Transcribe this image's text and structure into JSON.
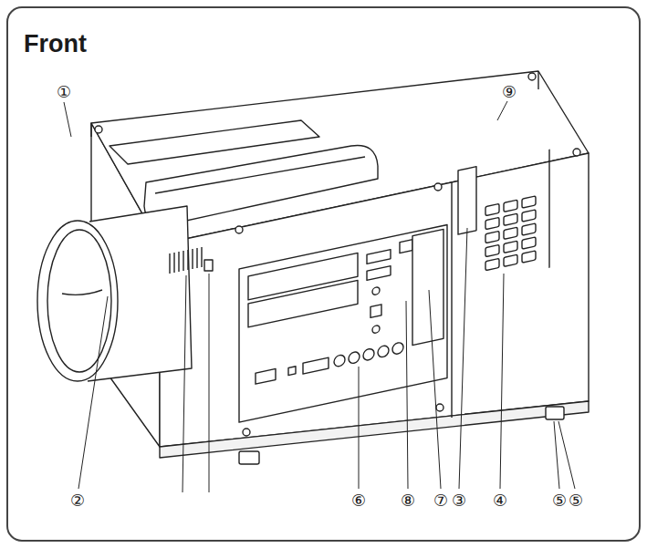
{
  "diagram": {
    "title": "Front",
    "labels": [
      "①",
      "⑨",
      "②",
      "⑥",
      "⑧",
      "⑦",
      "③",
      "④",
      "⑤",
      "⑤"
    ]
  }
}
